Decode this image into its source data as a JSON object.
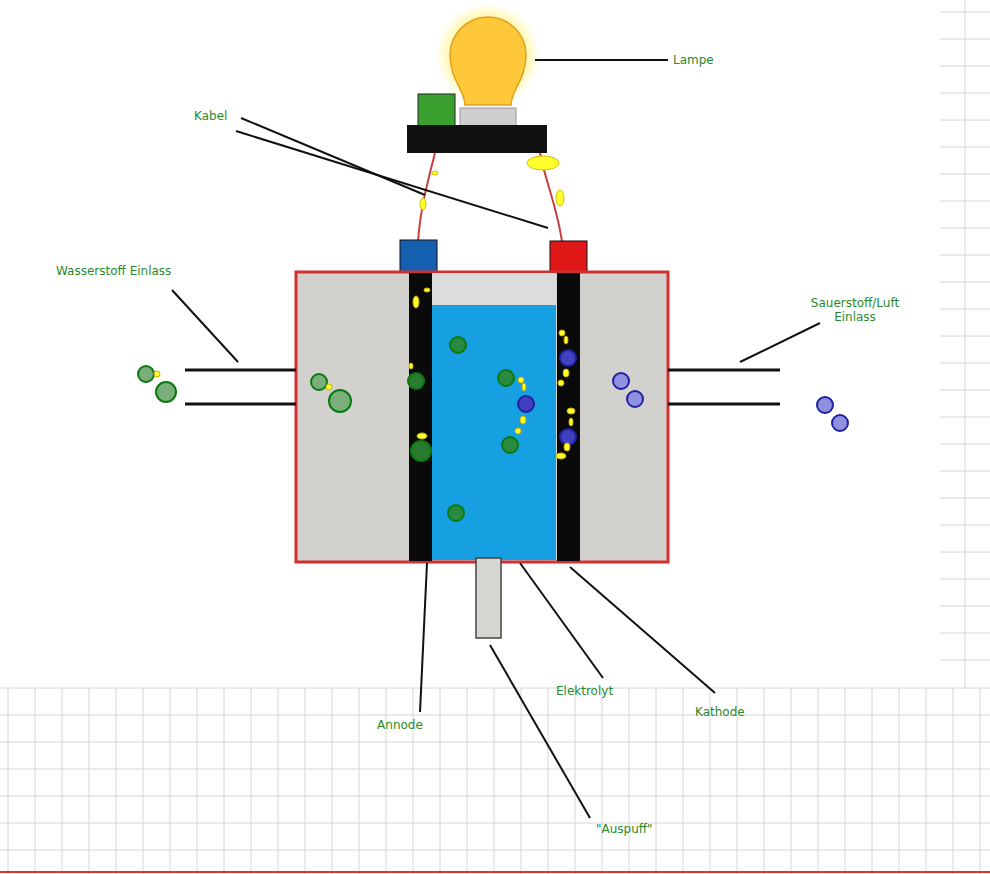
{
  "diagram": {
    "labels": [
      "Lampe",
      "Kabel",
      "Wasserstoff Einlass",
      "Sauerstoff/Luft Einlass",
      "Annode",
      "Elektrolyt",
      "Kathode",
      "\"Auspuff\""
    ]
  }
}
